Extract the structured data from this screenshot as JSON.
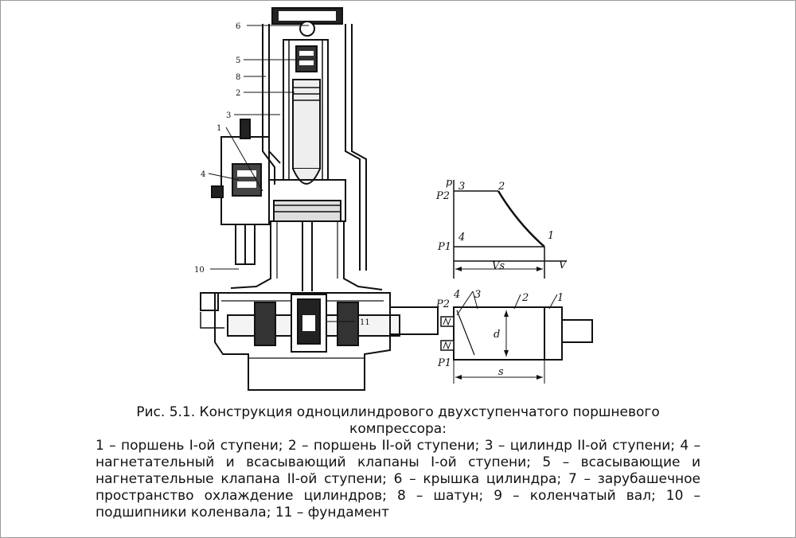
{
  "compressor_labels": [
    "6",
    "5",
    "8",
    "2",
    "3",
    "1",
    "4",
    "10",
    "11"
  ],
  "pv_diagram": {
    "axis_p": "p",
    "axis_v": "V",
    "p2": "P2",
    "p1": "P1",
    "volume": "Vs",
    "points": [
      "3",
      "2",
      "4",
      "1"
    ]
  },
  "scheme": {
    "p2": "P2",
    "p1": "P1",
    "diameter": "d",
    "stroke": "s",
    "labels": [
      "4",
      "3",
      "2",
      "1"
    ]
  },
  "caption": {
    "title_line1": "Рис. 5.1. Конструкция одноцилиндрового двухступенчатого поршневого",
    "title_line2": "компрессора:",
    "legend": "1 – поршень I-ой ступени; 2 – поршень II-ой ступени; 3 – цилиндр II-ой ступени; 4 – нагнетательный и всасывающий клапаны I-ой ступени; 5 – всасывающие и нагнетательные клапана II-ой ступени; 6 – крышка цилиндра; 7 – зарубашечное пространство охлаждение цилиндров; 8 – шатун; 9 – коленчатый вал; 10 – подшипники коленвала; 11 – фундамент"
  }
}
